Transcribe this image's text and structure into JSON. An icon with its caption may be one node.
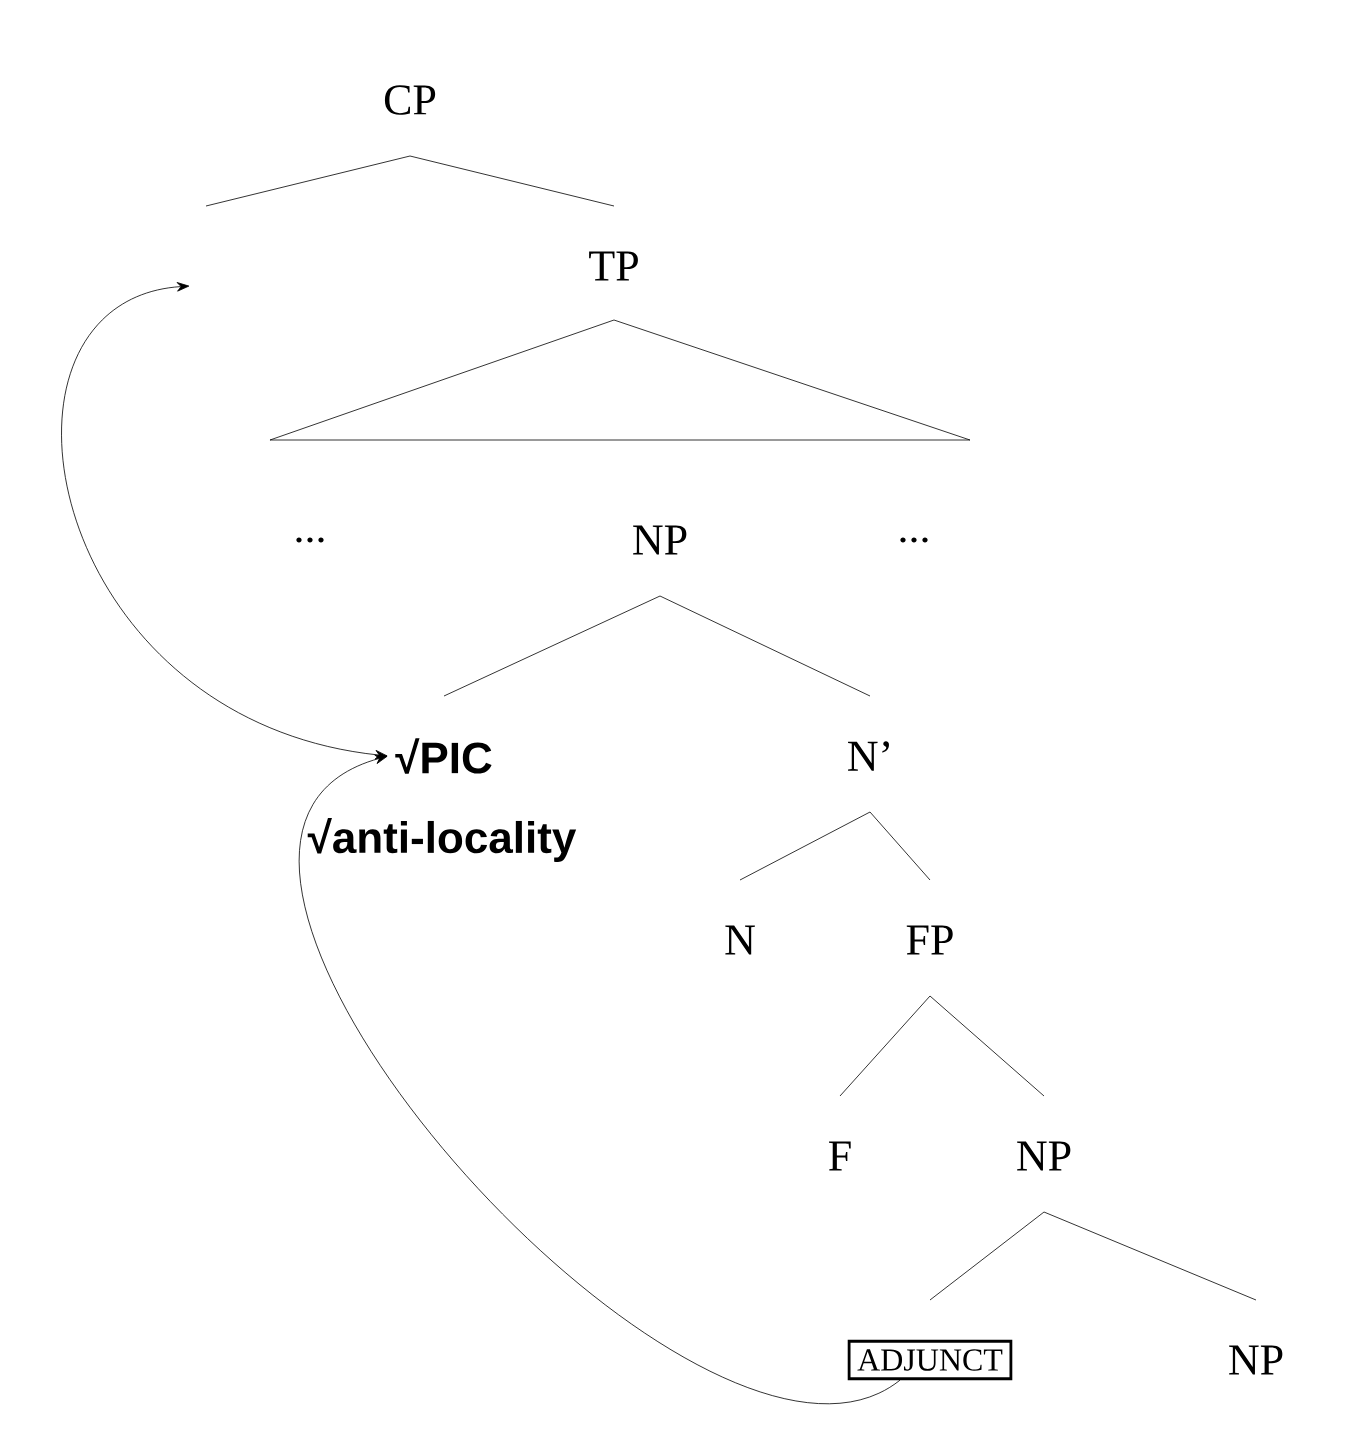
{
  "diagram": {
    "nodes": [
      {
        "text": [
          "CP"
        ]
      },
      {
        "text": [
          "TP"
        ]
      },
      {
        "text": [
          "..."
        ]
      },
      {
        "text": [
          "NP"
        ]
      },
      {
        "text": [
          "..."
        ]
      },
      {
        "text": [
          "√PIC"
        ],
        "beside": [
          "√anti-locality"
        ]
      },
      {
        "text": [
          "N’"
        ]
      },
      {
        "text": [
          "N"
        ]
      },
      {
        "text": [
          "FP"
        ]
      },
      {
        "text": [
          "F"
        ]
      },
      {
        "text": [
          "NP"
        ]
      },
      {
        "text": [
          "ADJUNCT"
        ]
      },
      {
        "text": [
          "NP"
        ]
      }
    ],
    "edges": [
      {
        "from": 0,
        "to": null,
        "arrow": "none"
      },
      {
        "from": 0,
        "to": 1,
        "arrow": "none"
      },
      {
        "from": 3,
        "to": 5,
        "arrow": "none"
      },
      {
        "from": 3,
        "to": 6,
        "arrow": "none"
      },
      {
        "from": 6,
        "to": 7,
        "arrow": "none"
      },
      {
        "from": 6,
        "to": 8,
        "arrow": "none"
      },
      {
        "from": 8,
        "to": 9,
        "arrow": "none"
      },
      {
        "from": 8,
        "to": 10,
        "arrow": "none"
      },
      {
        "from": 10,
        "to": 11,
        "arrow": "none"
      },
      {
        "from": 10,
        "to": 12,
        "arrow": "none"
      },
      {
        "from": 5,
        "to": null,
        "arrow": "both"
      },
      {
        "from": 11,
        "to": 5,
        "arrow": "to"
      }
    ]
  }
}
